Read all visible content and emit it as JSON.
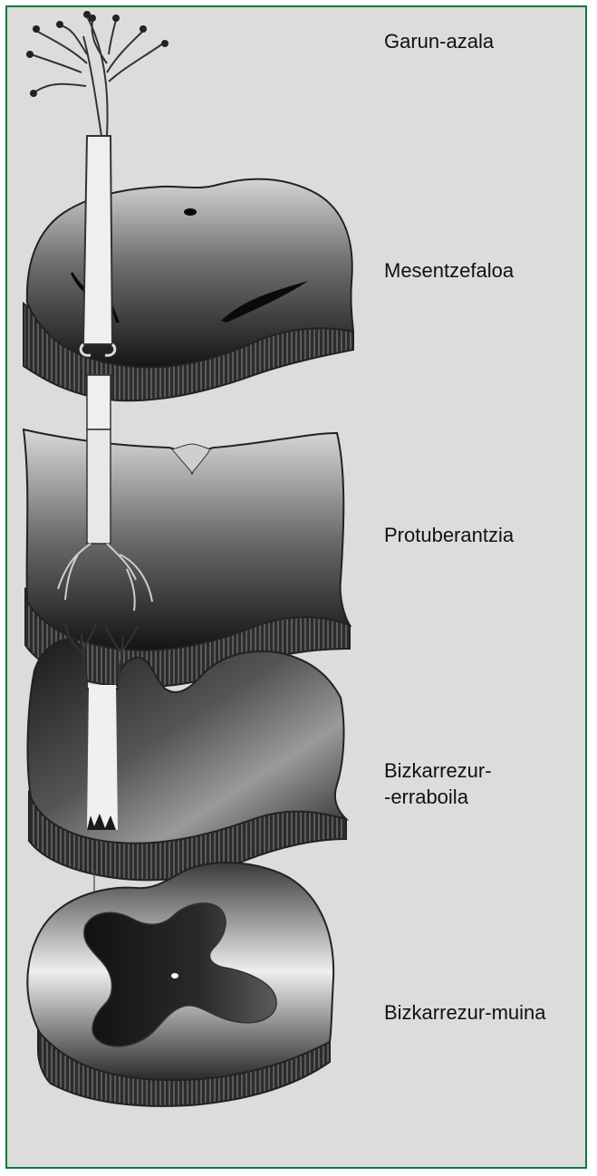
{
  "labels": {
    "cortex": "Garun-azala",
    "midbrain": "Mesentzefaloa",
    "pons": "Protuberantzia",
    "medulla_line1": "Bizkarrezur-",
    "medulla_line2": "-erraboila",
    "spinal_cord": "Bizkarrezur-muina"
  },
  "colors": {
    "frame_border": "#0d7a3a",
    "background": "#dcdcdc",
    "section_dark": "#1a1a1a",
    "section_light": "#e4e4e4",
    "tract": "#f2f2f2",
    "outline": "#222222"
  }
}
